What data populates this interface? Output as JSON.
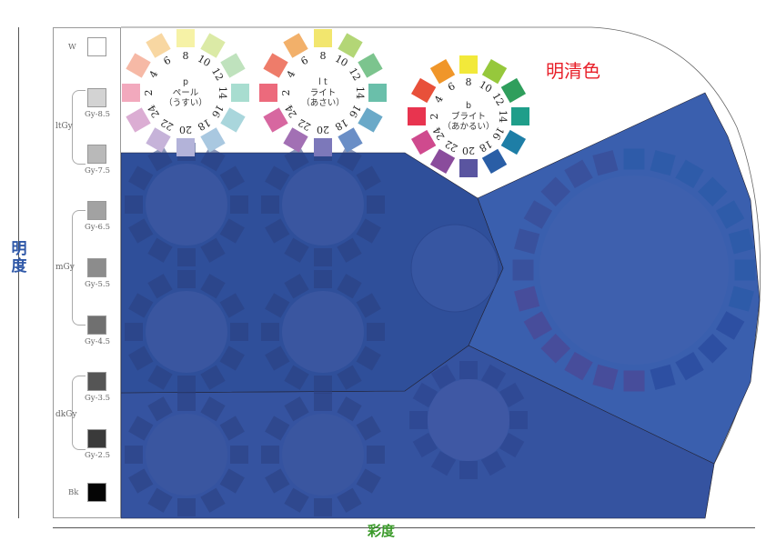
{
  "axes": {
    "lightness": "明度",
    "chroma": "彩度"
  },
  "region_title": "明清色",
  "grays": [
    {
      "label": "W",
      "color": "#ffffff"
    },
    {
      "label": "Gy-8.5",
      "color": "#d3d3d3"
    },
    {
      "label": "Gy-7.5",
      "color": "#b9b9b9"
    },
    {
      "label": "Gy-6.5",
      "color": "#a2a2a2"
    },
    {
      "label": "Gy-5.5",
      "color": "#8c8c8c"
    },
    {
      "label": "Gy-4.5",
      "color": "#707070"
    },
    {
      "label": "Gy-3.5",
      "color": "#555555"
    },
    {
      "label": "Gy-2.5",
      "color": "#3a3a3a"
    },
    {
      "label": "Bk",
      "color": "#050505"
    }
  ],
  "gray_groups": [
    {
      "label": "ltGy"
    },
    {
      "label": "mGy"
    },
    {
      "label": "dkGy"
    }
  ],
  "hue_numbers": [
    "2",
    "4",
    "6",
    "8",
    "10",
    "12",
    "14",
    "16",
    "18",
    "20",
    "22",
    "24"
  ],
  "tones": {
    "p": {
      "code": "p",
      "name": "ペール",
      "desc": "（うすい）",
      "colors": [
        "#f2a9bd",
        "#f6b9a6",
        "#f8d7a2",
        "#f6f2a6",
        "#dbeaa6",
        "#bfe2bd",
        "#a8ddd0",
        "#a9d6dc",
        "#a9c8e0",
        "#b3b3d9",
        "#c6b3d9",
        "#dbadd3"
      ]
    },
    "lt": {
      "code": "l t",
      "name": "ライト",
      "desc": "（あさい）",
      "colors": [
        "#ec6a7c",
        "#ee7c6a",
        "#f2b06a",
        "#f2e66e",
        "#b3d676",
        "#7cc48e",
        "#6abfaa",
        "#6aa9c8",
        "#6a8ec6",
        "#7c78ba",
        "#a270b4",
        "#d767a0"
      ]
    },
    "b": {
      "code": "b",
      "name": "ブライト",
      "desc": "（あかるい）",
      "colors": [
        "#e8344f",
        "#e8503a",
        "#f0962a",
        "#f2e93a",
        "#96c83c",
        "#2f9e5c",
        "#1f9e8a",
        "#1e7ea6",
        "#2a5ea6",
        "#5a55a0",
        "#8a4c9c",
        "#cf4a8e"
      ]
    }
  },
  "region_colors": {
    "dark": "#2f4f9a",
    "vivid": "#3a5fae",
    "deep": "#3553a0"
  }
}
